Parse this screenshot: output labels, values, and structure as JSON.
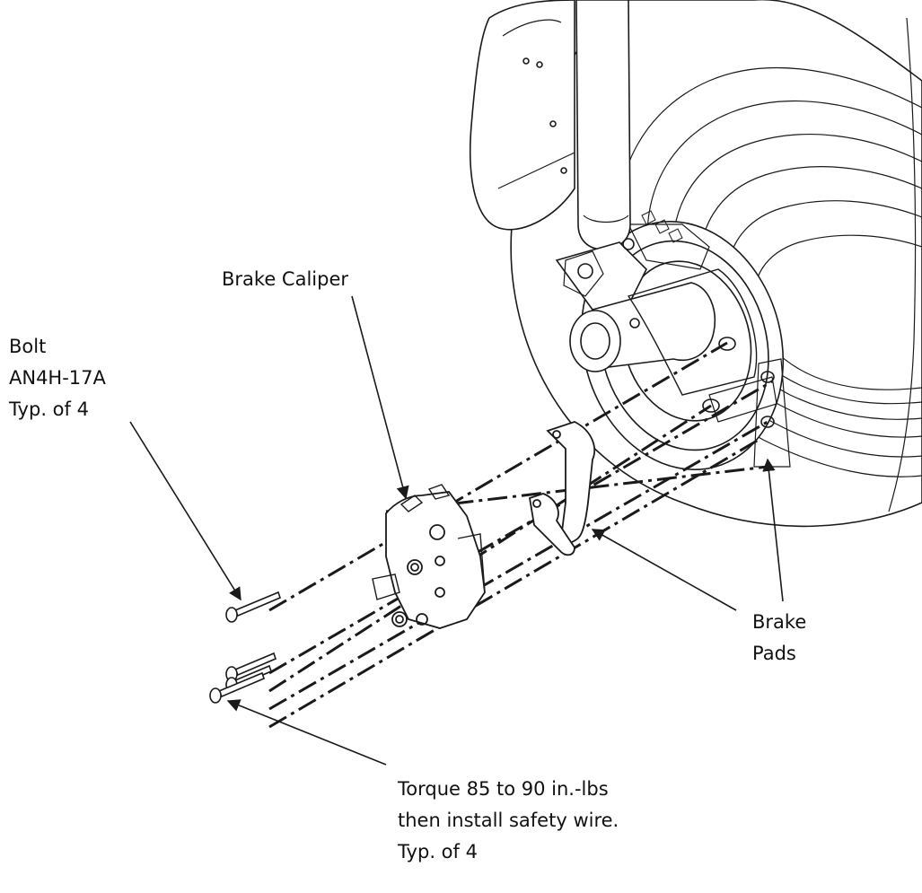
{
  "labels": {
    "brake_caliper": "Brake Caliper",
    "bolt": [
      "Bolt",
      "AN4H-17A",
      "Typ. of 4"
    ],
    "brake_pads": [
      "Brake",
      "Pads"
    ],
    "torque": [
      "Torque 85 to 90 in.-lbs",
      "then install safety wire.",
      "Typ. of 4"
    ]
  },
  "colors": {
    "line": "#1a1a1a",
    "fill": "#ffffff",
    "background": "#ffffff"
  }
}
